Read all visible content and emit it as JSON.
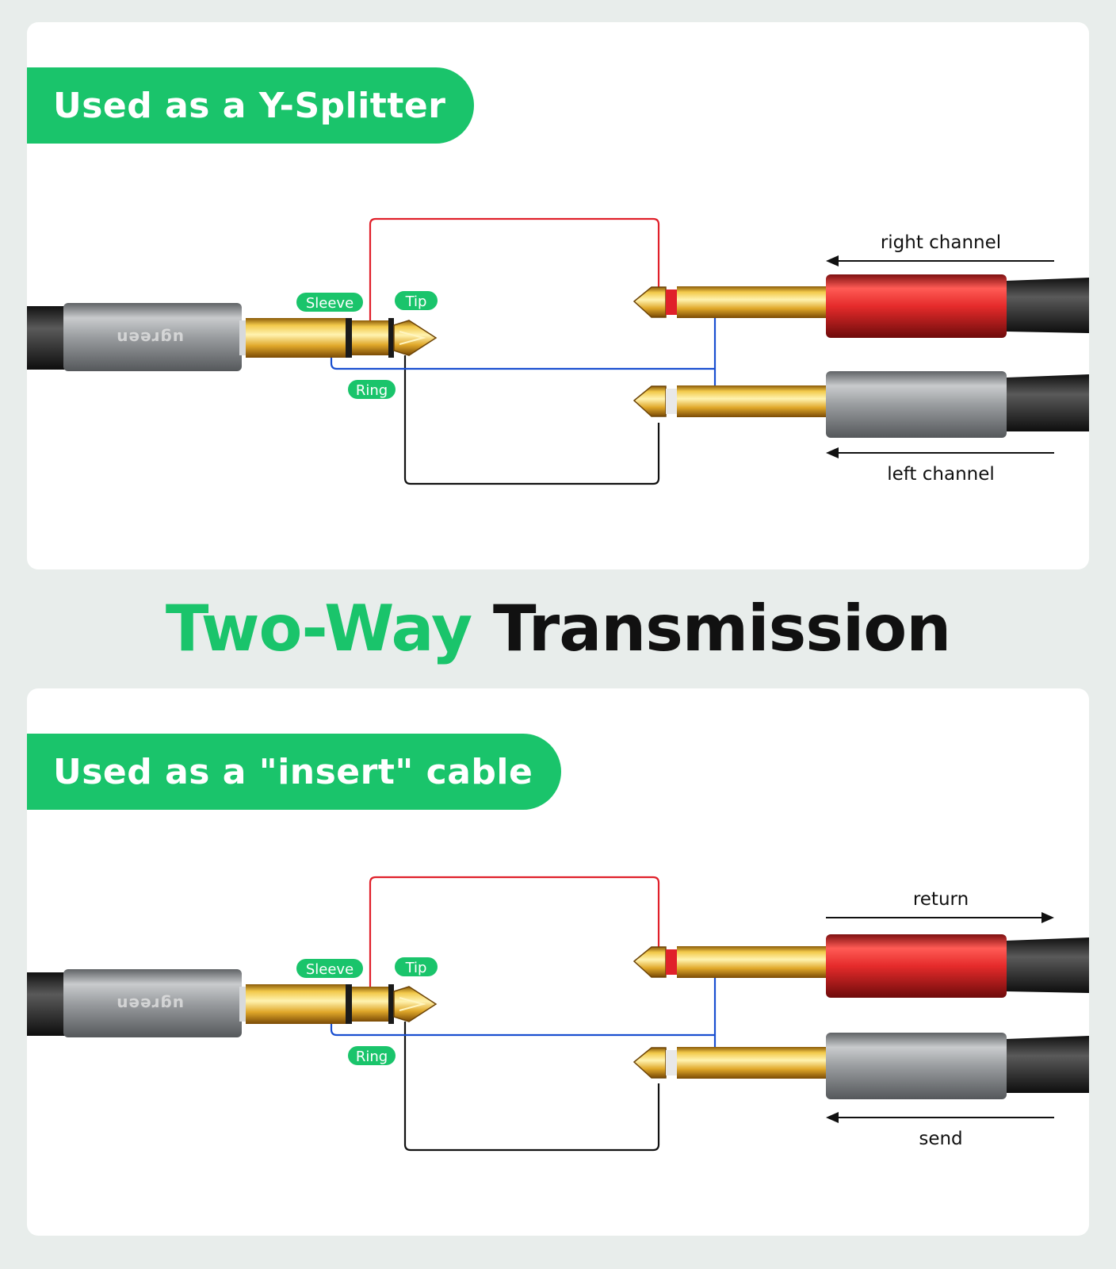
{
  "headline": {
    "part1": "Two-Way",
    "part2": "Transmission"
  },
  "panels": [
    {
      "title": "Used as a Y-Splitter",
      "labels": {
        "sleeve": "Sleeve",
        "tip": "Tip",
        "ring": "Ring"
      },
      "arrow_top": {
        "text": "right channel",
        "direction": "left"
      },
      "arrow_bottom": {
        "text": "left channel",
        "direction": "left"
      }
    },
    {
      "title": "Used as a \"insert\" cable",
      "labels": {
        "sleeve": "Sleeve",
        "tip": "Tip",
        "ring": "Ring"
      },
      "arrow_top": {
        "text": "return",
        "direction": "right"
      },
      "arrow_bottom": {
        "text": "send",
        "direction": "left"
      }
    }
  ],
  "brand_logo": "ugreen",
  "colors": {
    "accent": "#1ac46b",
    "wire_tip": "#e0202a",
    "wire_ring": "#1a4fd0",
    "wire_sleeve": "#111111",
    "plug_red": "#e52b2b",
    "plug_gray": "#8a8d90"
  }
}
